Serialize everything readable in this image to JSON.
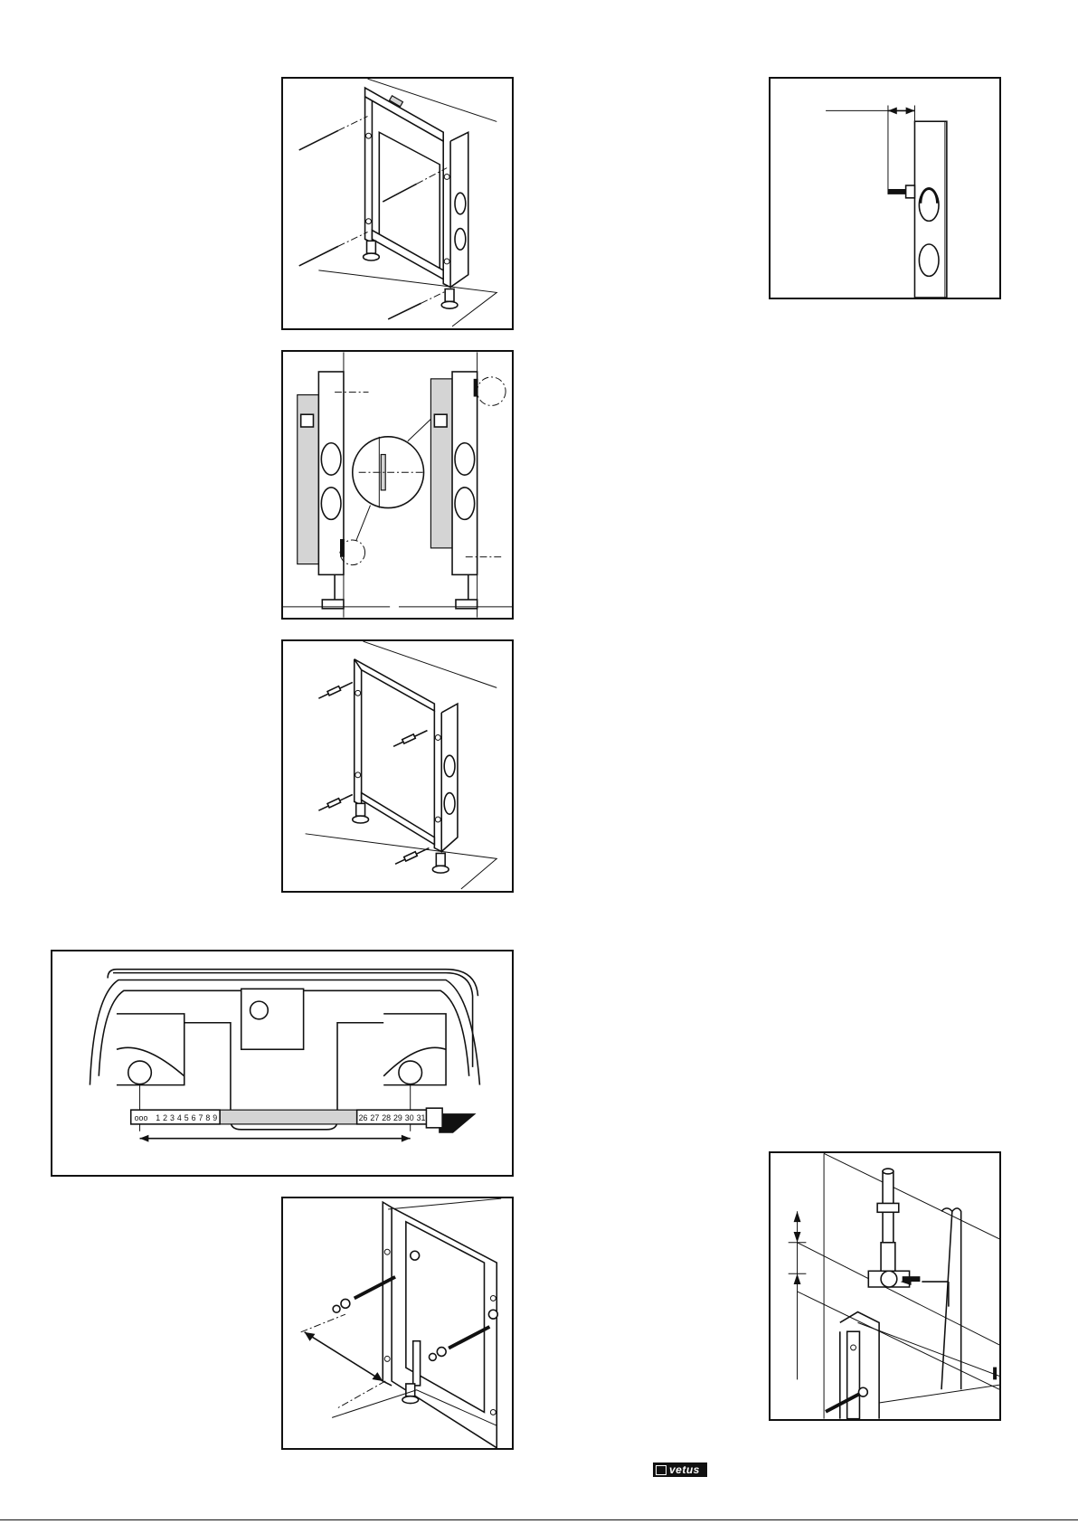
{
  "brand": {
    "logo_text": "vetus"
  },
  "ruler": {
    "left_numbers": [
      "1",
      "2",
      "3",
      "4",
      "5",
      "6",
      "7",
      "8",
      "9"
    ],
    "right_numbers": [
      "26",
      "27",
      "28",
      "29",
      "30",
      "31"
    ]
  }
}
